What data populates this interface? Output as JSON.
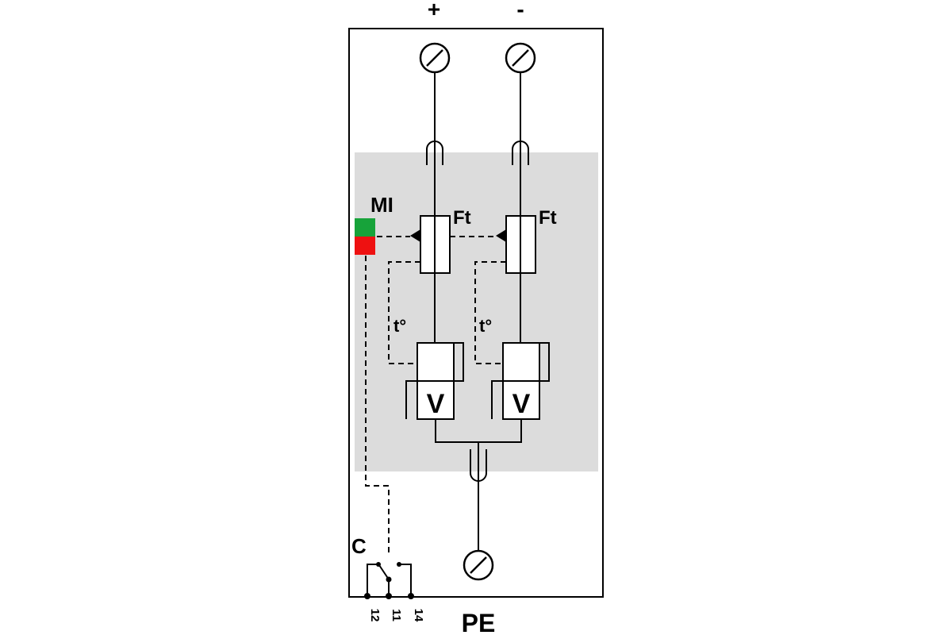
{
  "terminals": {
    "plus": "+",
    "minus": "-",
    "pe": "PE"
  },
  "indicator": {
    "label": "MI",
    "ok_color": "#17a33a",
    "fault_color": "#ee1111"
  },
  "fuses": [
    {
      "label": "Ft"
    },
    {
      "label": "Ft"
    }
  ],
  "thermal": [
    {
      "label": "t°"
    },
    {
      "label": "t°"
    }
  ],
  "varistors": [
    {
      "label": "V"
    },
    {
      "label": "V"
    }
  ],
  "remote_contact": {
    "label": "C",
    "pins": [
      "12",
      "11",
      "14"
    ]
  },
  "colors": {
    "housing_border": "#000000",
    "module_fill": "#dcdcdc"
  }
}
